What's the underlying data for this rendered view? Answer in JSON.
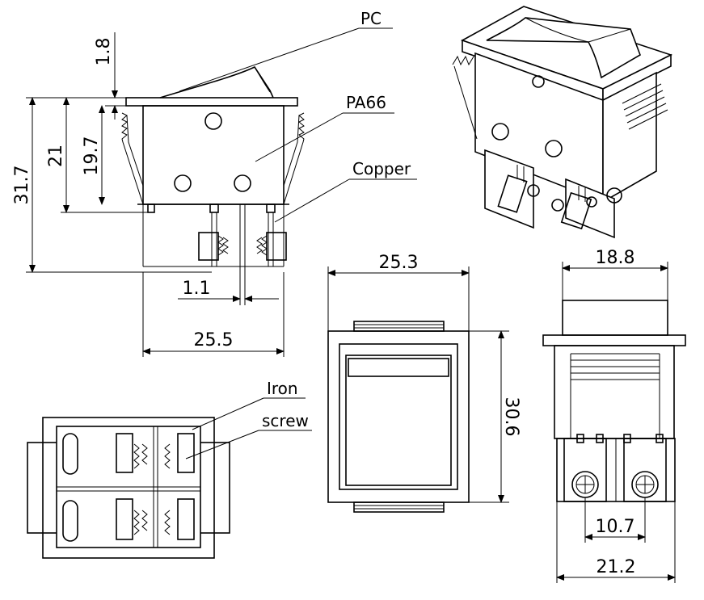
{
  "materials": {
    "pc": "PC",
    "pa66": "PA66",
    "copper": "Copper",
    "iron": "Iron",
    "screw": "screw"
  },
  "dimensions": {
    "actuator_height": "1.8",
    "body_height": "19.7",
    "housing_height": "21",
    "total_height": "31.7",
    "terminal_gap": "1.1",
    "overall_width": "25.5",
    "front_width": "25.3",
    "front_height": "30.6",
    "side_width": "18.8",
    "screw_pitch": "10.7",
    "base_width": "21.2"
  }
}
